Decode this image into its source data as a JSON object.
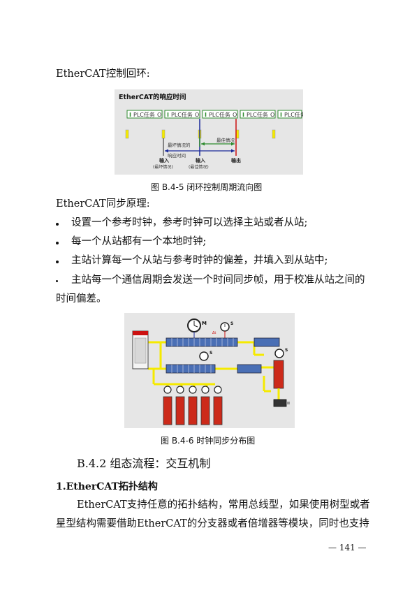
{
  "section_loop_title": "EtherCAT控制回环:",
  "fig1": {
    "title": "EtherCAT的响应时间",
    "task_i": "I",
    "task_label": "PLC任务",
    "task_o": "O",
    "worst_label_1": "最坏情况的",
    "worst_label_2": "响应时间",
    "best_label": "最佳情况",
    "input_1": "输入",
    "input_1_sub": "(最坏情况)",
    "input_2": "输入",
    "input_2_sub": "(最佳情况)",
    "output": "输出",
    "caption": "图 B.4-5  闭环控制周期流向图"
  },
  "section_sync_title": "EtherCAT同步原理:",
  "bullets": [
    "设置一个参考时钟，参考时钟可以选择主站或者从站;",
    "每一个从站都有一个本地时钟;",
    "主站计算每一个从站与参考时钟的偏差，并填入到从站中;",
    "主站每一个通信周期会发送一个时间同步帧，用于校准从站之间的"
  ],
  "bullet_cont": "时间偏差。",
  "fig2": {
    "master_label": "M",
    "slave_label": "S",
    "delta_label": "Δt",
    "caption": "图 B.4-6  时钟同步分布图"
  },
  "heading_b42": "B.4.2 组态流程：交互机制",
  "heading_topology": "1.EtherCAT拓扑结构",
  "para_line1": "EtherCAT支持任意的拓扑结构，常用总线型，如果使用树型或者",
  "para_line2": "星型结构需要借助EtherCAT的分支器或者倍增器等模块，同时也支持",
  "page_number": "— 141 —",
  "colors": {
    "bus": "#f5ea00",
    "task_green": "#2e8b2e",
    "arrow_blue": "#1a2a9a",
    "arrow_red": "#cc1111",
    "panel_bg": "#e6e6e6"
  }
}
